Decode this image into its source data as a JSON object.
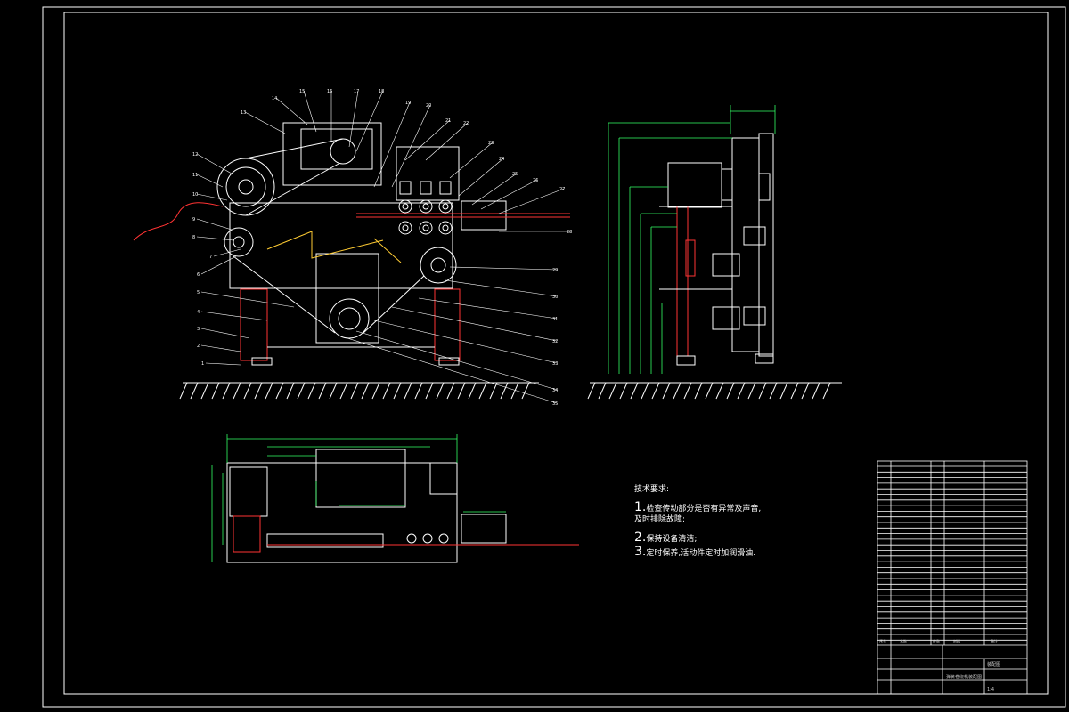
{
  "part_numbers": [
    "1",
    "2",
    "3",
    "4",
    "5",
    "6",
    "7",
    "8",
    "9",
    "10",
    "11",
    "12",
    "13",
    "14",
    "15",
    "16",
    "17",
    "18",
    "19",
    "20",
    "21",
    "22",
    "23",
    "24",
    "25",
    "26",
    "27",
    "28",
    "29",
    "30",
    "31",
    "32",
    "33",
    "34",
    "35"
  ],
  "tech_req": {
    "heading": "技术要求:",
    "item1_num": "1.",
    "item1_text": "检查传动部分是否有异常及声音,",
    "item1_cont": "及时排除故障;",
    "item2_num": "2.",
    "item2_text": "保持设备清洁;",
    "item3_num": "3.",
    "item3_text": "定时保养,活动件定时加润滑油."
  },
  "bom_header": [
    "序号",
    "名称",
    "件数",
    "材料",
    "备注"
  ],
  "title_block": {
    "drawing_name": "弹簧卷绕机装配图",
    "scale": "1:4",
    "mark": "装配图"
  }
}
